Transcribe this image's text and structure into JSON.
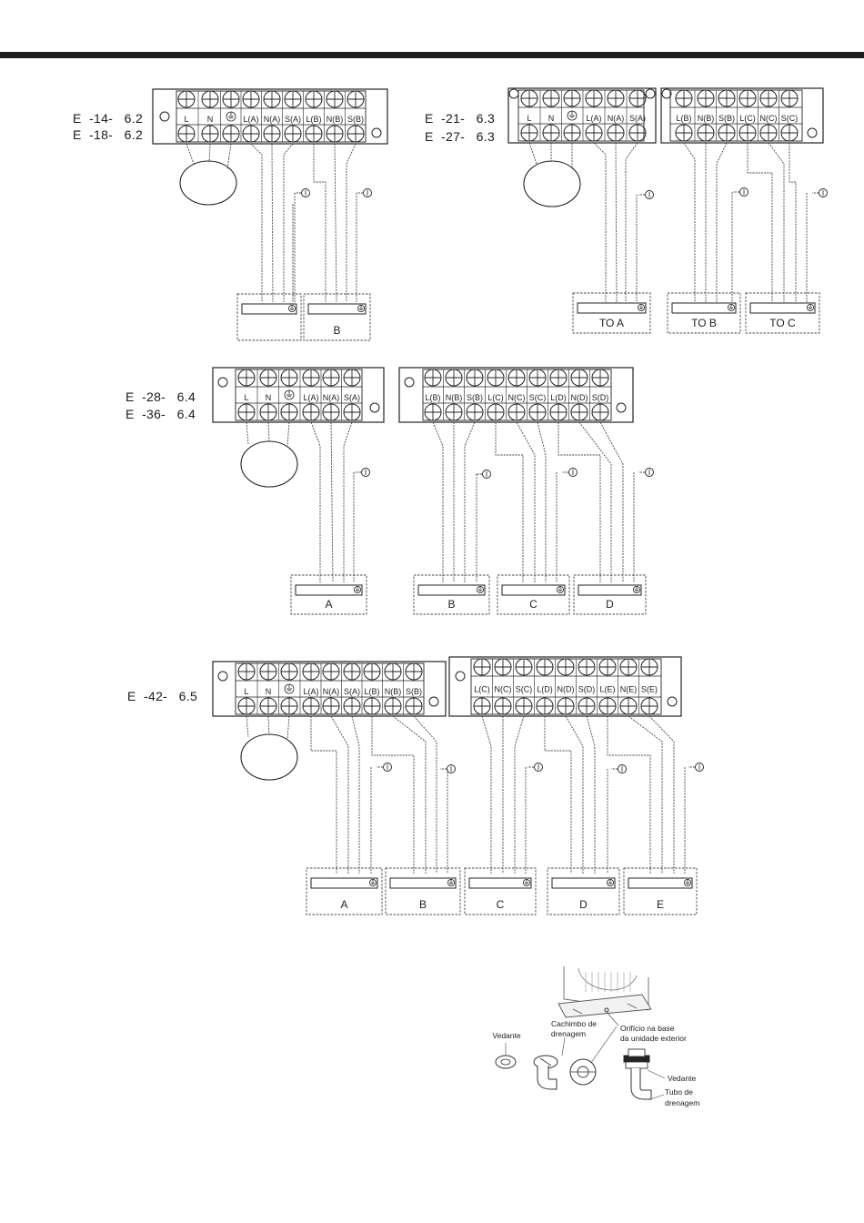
{
  "page": {
    "header_bar_color": "#1c1c1c"
  },
  "models": {
    "m1a": "E  -14-   6.2",
    "m1b": "E  -18-   6.2",
    "m2a": "E  -21-   6.3",
    "m2b": "E  -27-   6.3",
    "m3a": "E  -28-   6.4",
    "m3b": "E  -36-   6.4",
    "m4a": "E  -42-   6.5"
  },
  "terminal_labels": {
    "L": "L",
    "N": "N",
    "LA": "L(A)",
    "NA": "N(A)",
    "SA": "S(A)",
    "LB": "L(B)",
    "NB": "N(B)",
    "SB": "S(B)",
    "LC": "L(C)",
    "NC": "N(C)",
    "SC": "S(C)",
    "LD": "L(D)",
    "ND": "N(D)",
    "SD": "S(D)",
    "LE": "L(E)",
    "NE": "N(E)",
    "SE": "S(E)"
  },
  "unit_labels": {
    "A": "A",
    "B": "B",
    "C": "C",
    "D": "D",
    "E": "E",
    "TO_A": "TO   A",
    "TO_B": "TO   B",
    "TO_C": "TO   C"
  },
  "drain_figure": {
    "vedante_left": "Vedante",
    "cachimbo_1": "Cachimbo de",
    "cachimbo_2": "drenagem",
    "orificio_1": "Orifício na base",
    "orificio_2": "da unidade exterior",
    "vedante_right": "Vedante",
    "tubo_1": "Tubo de",
    "tubo_2": "drenagem"
  }
}
